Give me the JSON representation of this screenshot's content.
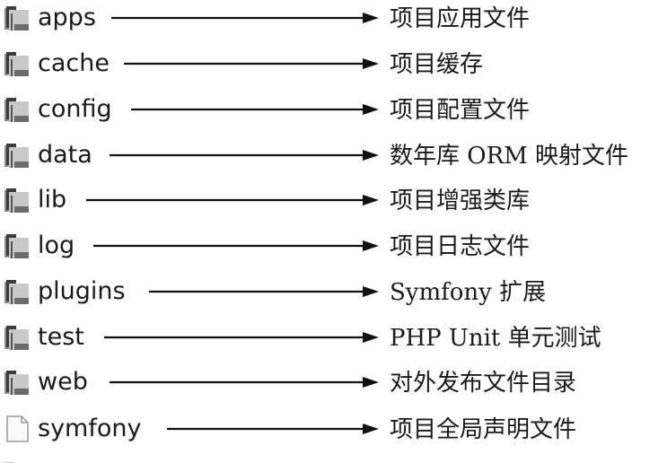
{
  "rows": [
    {
      "name": "apps",
      "icon": "folder-icon",
      "desc": "项目应用文件"
    },
    {
      "name": "cache",
      "icon": "folder-icon",
      "desc": "项目缓存"
    },
    {
      "name": "config",
      "icon": "folder-icon",
      "desc": "项目配置文件"
    },
    {
      "name": "data",
      "icon": "folder-icon",
      "desc": "数年库 ORM 映射文件"
    },
    {
      "name": "lib",
      "icon": "folder-icon",
      "desc": "项目增强类库"
    },
    {
      "name": "log",
      "icon": "folder-icon",
      "desc": "项目日志文件"
    },
    {
      "name": "plugins",
      "icon": "folder-icon",
      "desc": "Symfony 扩展"
    },
    {
      "name": "test",
      "icon": "folder-icon",
      "desc": "PHP Unit 单元测试"
    },
    {
      "name": "web",
      "icon": "folder-icon",
      "desc": "对外发布文件目录"
    },
    {
      "name": "symfony",
      "icon": "file-icon",
      "desc": "项目全局声明文件"
    }
  ],
  "colors": {
    "text": "#1a1a1a",
    "arrow": "#111111",
    "folder_dark": "#3c3c3c",
    "folder_mid": "#8a8a8a",
    "folder_light": "#c8c8c8",
    "file_fill": "#fafafa",
    "file_stroke": "#9a9a9a"
  }
}
